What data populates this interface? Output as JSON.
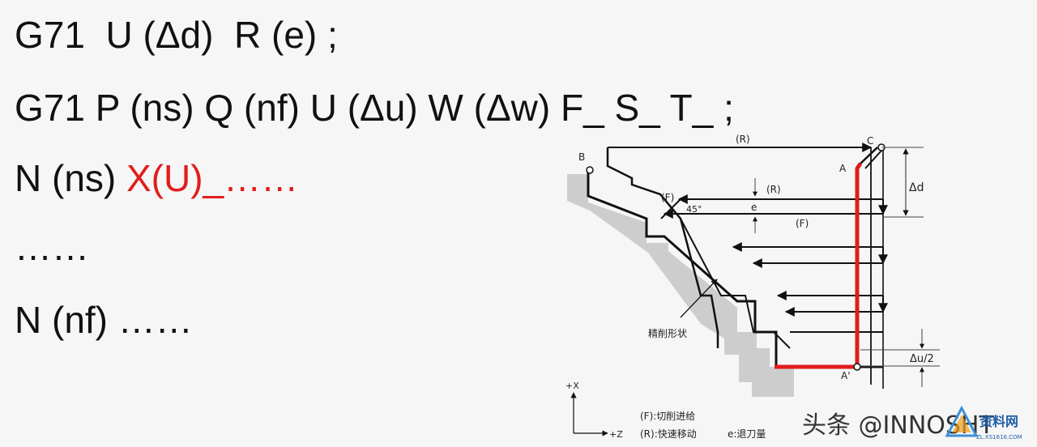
{
  "code_lines": {
    "line1": "G71  U (Δd)  R (e) ;",
    "line2": "G71 P (ns) Q (nf) U (Δu) W (Δw) F_ S_ T_ ;",
    "line3_prefix": "N (ns) ",
    "line3_red": "X(U)_",
    "line3_suffix": "……",
    "line4": "……",
    "line5": "N (nf) ……"
  },
  "diagram": {
    "label_B": "B",
    "label_C": "C",
    "label_A": "A",
    "label_A_prime": "A'",
    "label_F_point": "(F)",
    "label_R_top": "(R)",
    "label_R_mid": "(R)",
    "label_e": "e",
    "label_F_mid": "(F)",
    "label_angle": "45°",
    "label_delta_d": "Δd",
    "label_delta_u2": "Δu/2",
    "label_finish_shape": "精削形状",
    "axis_x": "+X",
    "axis_z": "+Z",
    "legend_F": "(F):切削进给",
    "legend_R": "(R):快速移动",
    "legend_e": "e:退刀量",
    "color_red_path": "#e21c1c"
  },
  "watermark": {
    "text": "头条 @INNOSHT",
    "logo_main": "资料网",
    "logo_sub": "ZL.XS1616.COM"
  }
}
